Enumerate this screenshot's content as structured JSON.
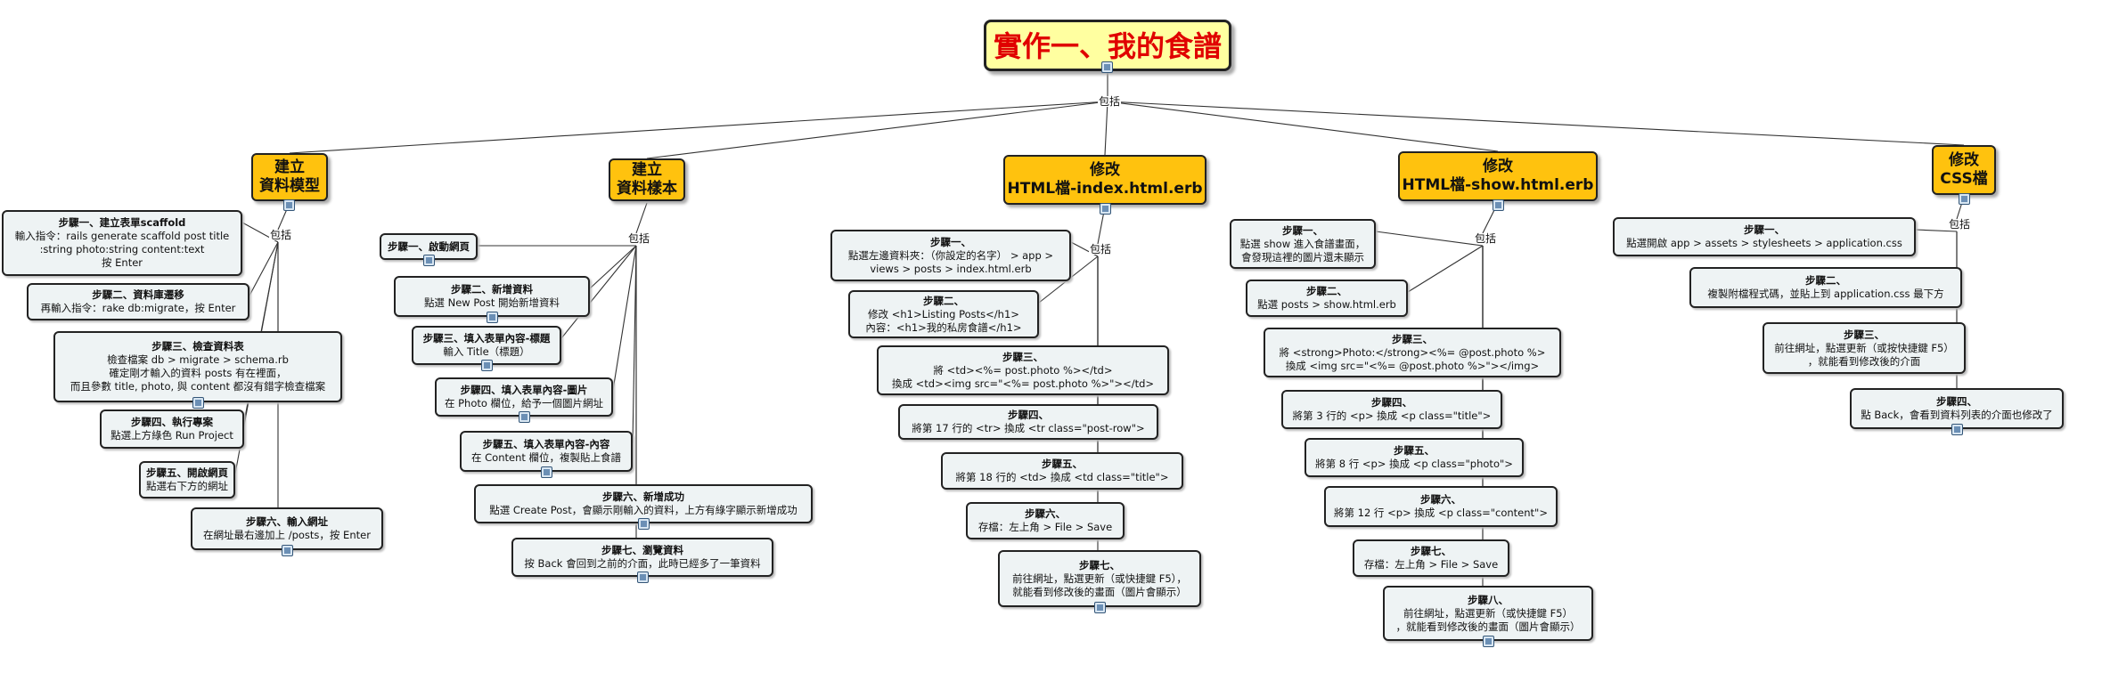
{
  "root": {
    "label": "實作一、我的食譜"
  },
  "connector": "包括",
  "topics": {
    "model": "建立\n資料模型",
    "sample": "建立\n資料樣本",
    "index": "修改\nHTML檔-index.html.erb",
    "show": "修改\nHTML檔-show.html.erb",
    "css": "修改\nCSS檔"
  },
  "steps": {
    "model": [
      {
        "t": "步驟一、建立表單scaffold",
        "d": "輸入指令：rails generate scaffold post title\n:string photo:string content:text\n按 Enter"
      },
      {
        "t": "步驟二、資料庫遷移",
        "d": "再輸入指令：rake db:migrate，按 Enter"
      },
      {
        "t": "步驟三、檢查資料表",
        "d": "檢查檔案 db > migrate > schema.rb\n確定剛才輸入的資料 posts 有在裡面，\n而且參數 title, photo, 與 content 都沒有錯字檢查檔案"
      },
      {
        "t": "步驟四、執行專案",
        "d": "點選上方綠色 Run Project"
      },
      {
        "t": "步驟五、開啟網頁",
        "d": "點選右下方的網址"
      },
      {
        "t": "步驟六、輸入網址",
        "d": "在網址最右邊加上 /posts，按 Enter"
      }
    ],
    "sample": [
      {
        "t": "步驟一、啟動網頁",
        "d": ""
      },
      {
        "t": "步驟二、新增資料",
        "d": "點選 New Post 開始新增資料"
      },
      {
        "t": "步驟三、填入表單內容-標題",
        "d": "輸入 Title（標題）"
      },
      {
        "t": "步驟四、填入表單內容-圖片",
        "d": "在 Photo 欄位，給予一個圖片網址"
      },
      {
        "t": "步驟五、填入表單內容-內容",
        "d": "在 Content 欄位，複製貼上食譜"
      },
      {
        "t": "步驟六、新增成功",
        "d": "點選 Create Post，會顯示剛輸入的資料，上方有綠字顯示新增成功"
      },
      {
        "t": "步驟七、瀏覽資料",
        "d": "按 Back 會回到之前的介面，此時已經多了一筆資料"
      }
    ],
    "index": [
      {
        "t": "步驟一、",
        "d": "點選左邊資料夾：（你設定的名字） > app >\nviews > posts > index.html.erb"
      },
      {
        "t": "步驟二、",
        "d": "修改 <h1>Listing Posts</h1>\n內容：<h1>我的私房食譜</h1>"
      },
      {
        "t": "步驟三、",
        "d": "將 <td><%= post.photo %></td>\n換成 <td><img src=\"<%= post.photo %>\"></td>"
      },
      {
        "t": "步驟四、",
        "d": "將第 17 行的 <tr> 換成 <tr class=\"post-row\">"
      },
      {
        "t": "步驟五、",
        "d": "將第 18 行的 <td> 換成 <td class=\"title\">"
      },
      {
        "t": "步驟六、",
        "d": "存檔：左上角 > File > Save"
      },
      {
        "t": "步驟七、",
        "d": "前往網址，點選更新（或快捷鍵 F5），\n就能看到修改後的畫面（圖片會顯示）"
      }
    ],
    "show": [
      {
        "t": "步驟一、",
        "d": "點選 show 進入食譜畫面，\n會發現這裡的圖片還未顯示"
      },
      {
        "t": "步驟二、",
        "d": "點選 posts > show.html.erb"
      },
      {
        "t": "步驟三、",
        "d": "將 <strong>Photo:</strong><%= @post.photo %>\n換成 <img src=\"<%= @post.photo %>\"></img>"
      },
      {
        "t": "步驟四、",
        "d": "將第 3 行的 <p> 換成 <p class=\"title\">"
      },
      {
        "t": "步驟五、",
        "d": "將第 8 行 <p> 換成 <p class=\"photo\">"
      },
      {
        "t": "步驟六、",
        "d": "將第 12 行 <p> 換成 <p class=\"content\">"
      },
      {
        "t": "步驟七、",
        "d": "存檔：左上角 > File > Save"
      },
      {
        "t": "步驟八、",
        "d": "前往網址，點選更新（或快捷鍵 F5）\n，就能看到修改後的畫面（圖片會顯示）"
      }
    ],
    "css": [
      {
        "t": "步驟一、",
        "d": "點選開啟 app > assets > stylesheets > application.css"
      },
      {
        "t": "步驟二、",
        "d": "複製附檔程式碼，並貼上到 application.css 最下方"
      },
      {
        "t": "步驟三、",
        "d": "前往網址，點選更新（或按快捷鍵 F5）\n，就能看到修改後的介面"
      },
      {
        "t": "步驟四、",
        "d": "點 Back，會看到資料列表的介面也修改了"
      }
    ]
  }
}
